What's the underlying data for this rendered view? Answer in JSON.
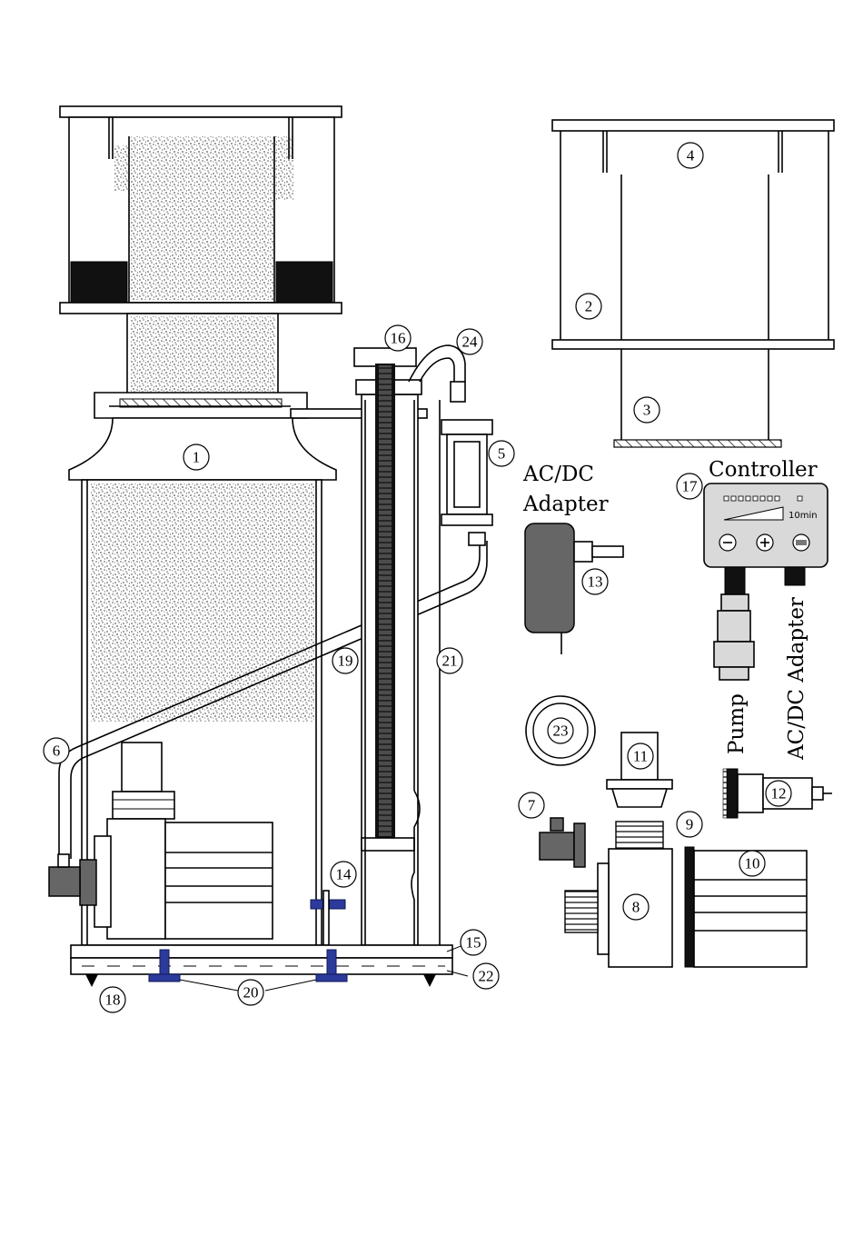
{
  "labels": {
    "n1": "1",
    "n2": "2",
    "n3": "3",
    "n4": "4",
    "n5": "5",
    "n6": "6",
    "n7": "7",
    "n8": "8",
    "n9": "9",
    "n10": "10",
    "n11": "11",
    "n12": "12",
    "n13": "13",
    "n14": "14",
    "n15": "15",
    "n16": "16",
    "n17": "17",
    "n18": "18",
    "n19": "19",
    "n20": "20",
    "n21": "21",
    "n22": "22",
    "n23": "23",
    "n24": "24"
  },
  "text": {
    "acdc_line1": "AC/DC",
    "acdc_line2": "Adapter",
    "controller": "Controller",
    "controller_time": "10min",
    "pump_label": "Pump",
    "acdc_vertical": "AC/DC Adapter"
  },
  "colors": {
    "foam": "#b5b5b5",
    "blue_screw": "#2c3a9c",
    "outline": "#000000"
  }
}
